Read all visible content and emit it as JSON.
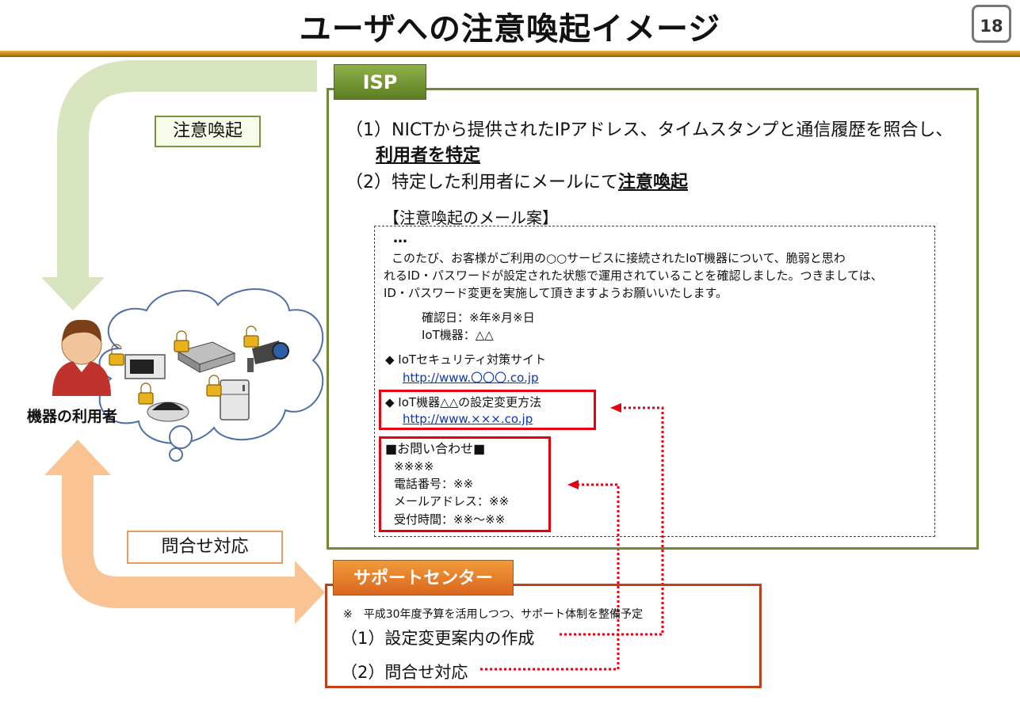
{
  "header": {
    "title": "ユーザへの注意喚起イメージ",
    "page_number": "18"
  },
  "tags": {
    "alert": "注意喚起",
    "inquiry": "問合せ対応"
  },
  "user": {
    "label": "機器の利用者"
  },
  "isp": {
    "tab": "ISP",
    "line1": "（1）NICTから提供されたIPアドレス、タイムスタンプと通信履歴を照合し、",
    "line1_cont": "利用者を特定",
    "line2_prefix": "（2）特定した利用者にメールにて",
    "line2_emph": "注意喚起"
  },
  "mail": {
    "title": "【注意喚起のメール案】",
    "ellipsis": "…",
    "body1": "このたび、お客様がご利用の○○サービスに接続されたIoT機器について、脆弱と思わ",
    "body2": "れるID・パスワードが設定された状態で運用されていることを確認しました。つきましては、",
    "body3": "ID・パスワード変更を実施して頂きますようお願いいたします。",
    "date": "確認日：※年※月※日",
    "device": "IoT機器：△△",
    "site_label": "◆ IoTセキュリティ対策サイト",
    "site_url": "http://www.〇〇〇.co.jp",
    "howto_label": "◆ IoT機器△△の設定変更方法",
    "howto_url": "http://www.×××.co.jp",
    "contact_title": "■お問い合わせ■",
    "contact_line1": "※※※※",
    "contact_phone": "電話番号：※※",
    "contact_email": "メールアドレス：※※",
    "contact_hours": "受付時間：※※～※※"
  },
  "support": {
    "tab": "サポートセンター",
    "note": "※　平成30年度予算を活用しつつ、サポート体制を整備予定",
    "item1": "（1）設定変更案内の作成",
    "item2": "（2）問合せ対応"
  },
  "colors": {
    "isp_green": "#6f8a33",
    "support_orange": "#d9661e",
    "alert_red": "#e60012",
    "arrow_green": "#d7e4bd",
    "arrow_orange": "#f9c393"
  },
  "icons": [
    "user-icon",
    "lock-icon",
    "camera-icon",
    "recorder-icon",
    "dome-camera-icon",
    "fridge-icon",
    "microwave-icon",
    "cloud-icon"
  ]
}
